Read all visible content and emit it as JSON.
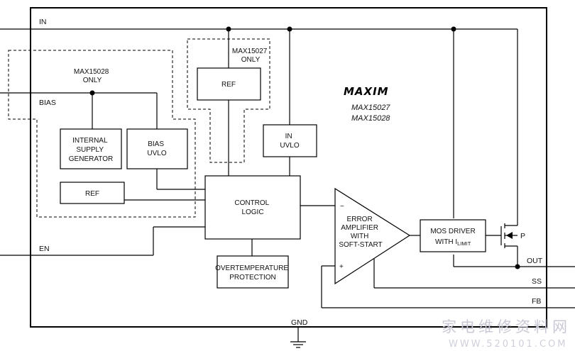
{
  "pins": {
    "in": "IN",
    "bias": "BIAS",
    "en": "EN",
    "gnd": "GND",
    "out": "OUT",
    "ss": "SS",
    "fb": "FB"
  },
  "brand": {
    "logo": "MAXIM",
    "parts": [
      "MAX15027",
      "MAX15028"
    ]
  },
  "option_labels": {
    "max15028_only": [
      "MAX15028",
      "ONLY"
    ],
    "max15027_only": [
      "MAX15027",
      "ONLY"
    ]
  },
  "blocks": {
    "internal_supply": [
      "INTERNAL",
      "SUPPLY",
      "GENERATOR"
    ],
    "bias_uvlo": [
      "BIAS",
      "UVLO"
    ],
    "ref_left": "REF",
    "ref_top": "REF",
    "in_uvlo": [
      "IN",
      "UVLO"
    ],
    "control_logic": [
      "CONTROL",
      "LOGIC"
    ],
    "overtemp": [
      "OVERTEMPERATURE",
      "PROTECTION"
    ],
    "error_amp": [
      "ERROR",
      "AMPLIFIER",
      "WITH",
      "SOFT-START"
    ],
    "mos_driver": [
      "MOS DRIVER",
      "WITH I",
      "LIMIT"
    ],
    "p_channel": "P"
  },
  "amp_inputs": {
    "minus": "−",
    "plus": "+"
  },
  "watermark": {
    "line1": "家电维修资料网",
    "line2": "WWW.520101.COM"
  }
}
